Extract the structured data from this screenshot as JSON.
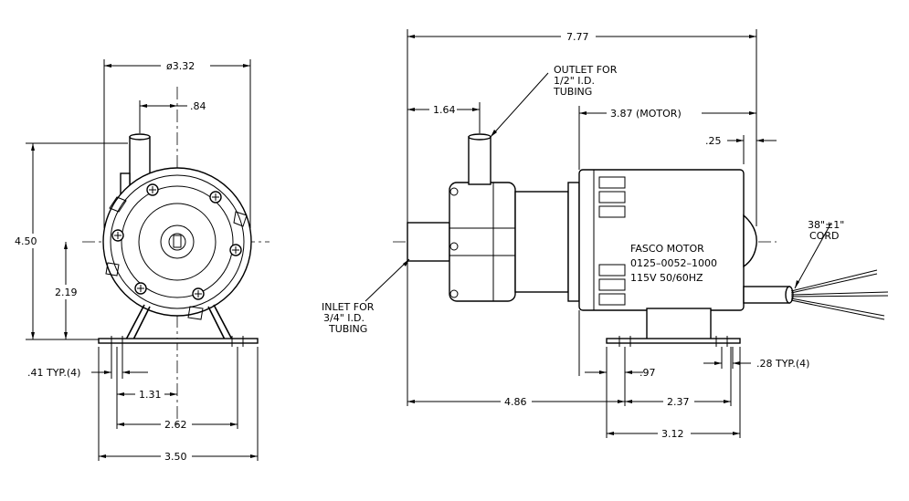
{
  "front_view": {
    "dim_diameter": "ø3.32",
    "dim_outlet_offset": ".84",
    "dim_height": "4.50",
    "dim_center_height": "2.19",
    "dim_slot": ".41  TYP.(4)",
    "dim_half_span": "1.31",
    "dim_hole_span": "2.62",
    "dim_base_width": "3.50"
  },
  "side_view": {
    "dim_overall_length": "7.77",
    "outlet_label": [
      "OUTLET  FOR",
      "1/2\"  I.D.",
      "TUBING"
    ],
    "dim_outlet_pos": "1.64",
    "dim_motor_length": "3.87  (MOTOR)",
    "dim_shaft": ".25",
    "cord_label": [
      "38\"±1\"",
      "CORD"
    ],
    "motor_label": [
      "FASCO  MOTOR",
      "0125–0052–1000",
      "115V  50/60HZ"
    ],
    "inlet_label": [
      "INLET  FOR",
      "3/4\"  I.D.",
      "TUBING"
    ],
    "dim_slot": ".28  TYP.(4)",
    "dim_foot_offset": ".97",
    "dim_to_foot": "4.86",
    "dim_foot_holes": "2.37",
    "dim_foot_width": "3.12"
  }
}
